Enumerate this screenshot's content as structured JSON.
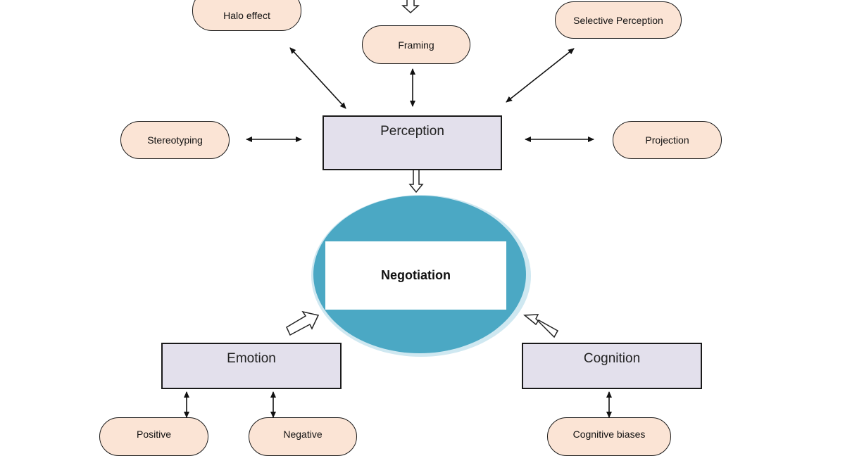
{
  "diagram": {
    "center": {
      "label": "Negotiation"
    },
    "perception": {
      "label": "Perception",
      "factors": [
        "Halo effect",
        "Framing",
        "Selective Perception",
        "Stereotyping",
        "Projection"
      ]
    },
    "emotion": {
      "label": "Emotion",
      "factors": [
        "Positive",
        "Negative"
      ]
    },
    "cognition": {
      "label": "Cognition",
      "factors": [
        "Cognitive biases"
      ]
    }
  },
  "colors": {
    "factor_fill": "#fbe4d5",
    "category_fill": "#e3e0ec",
    "ellipse_fill": "#4ba8c4",
    "ellipse_rim": "#cfe8f1",
    "stroke": "#1a1a1a"
  }
}
